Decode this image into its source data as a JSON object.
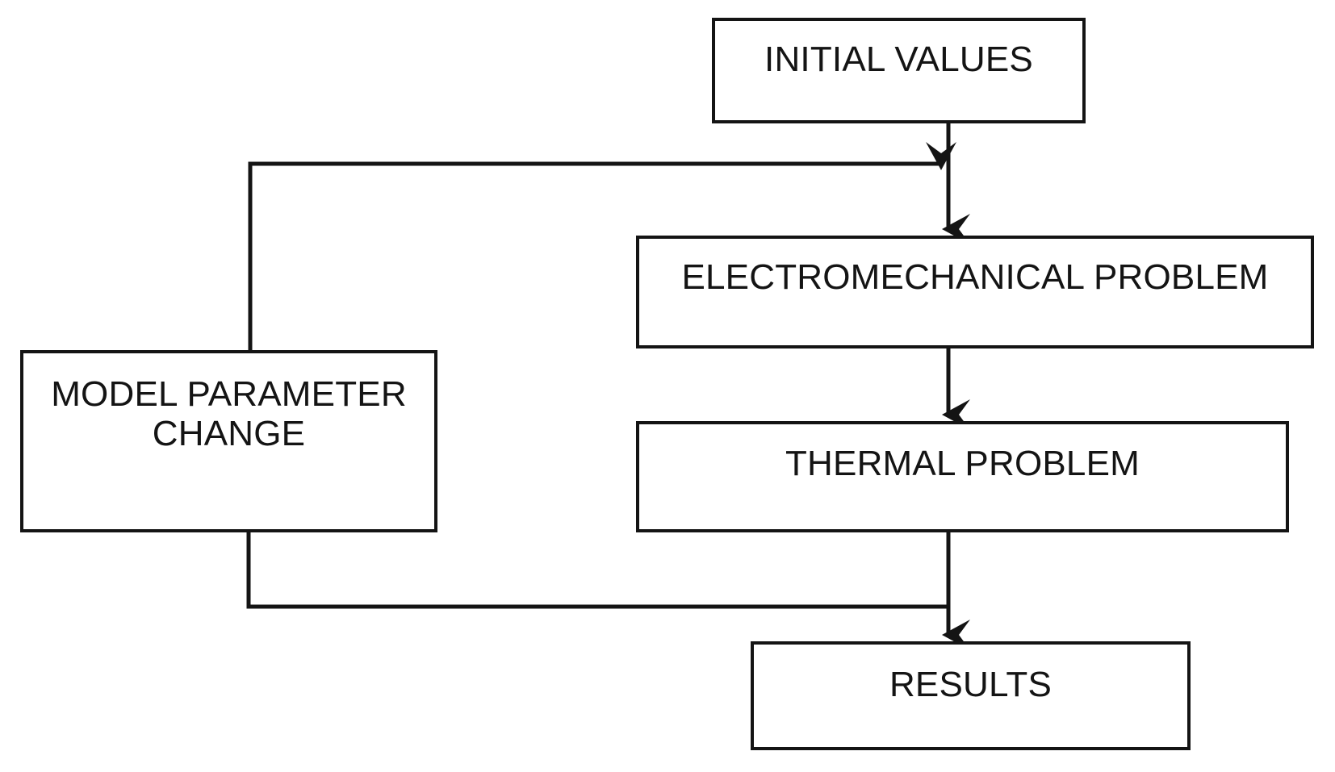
{
  "diagram": {
    "title": "Coupled electromechanical-thermal simulation flowchart",
    "background_color": "#ffffff",
    "line_color": "#141414",
    "text_color": "#141414",
    "nodes": [
      {
        "id": "initial-values",
        "label": "INITIAL VALUES"
      },
      {
        "id": "electromechanical-problem",
        "label": "ELECTROMECHANICAL PROBLEM"
      },
      {
        "id": "thermal-problem",
        "label": "THERMAL PROBLEM"
      },
      {
        "id": "model-parameter-change",
        "label": "MODEL PARAMETER\nCHANGE"
      },
      {
        "id": "results",
        "label": "RESULTS"
      }
    ],
    "edges": [
      {
        "id": "edge-initial-to-electromechanical",
        "from": "initial-values",
        "to": "electromechanical-problem",
        "label": ""
      },
      {
        "id": "edge-electromechanical-to-thermal",
        "from": "electromechanical-problem",
        "to": "thermal-problem",
        "label": ""
      },
      {
        "id": "edge-thermal-to-results",
        "from": "thermal-problem",
        "to": "results",
        "label": ""
      },
      {
        "id": "edge-thermal-to-model-parameter",
        "from": "thermal-problem",
        "to": "model-parameter-change",
        "label": ""
      },
      {
        "id": "edge-model-parameter-to-loop",
        "from": "model-parameter-change",
        "to": "electromechanical-problem",
        "label": ""
      }
    ]
  }
}
